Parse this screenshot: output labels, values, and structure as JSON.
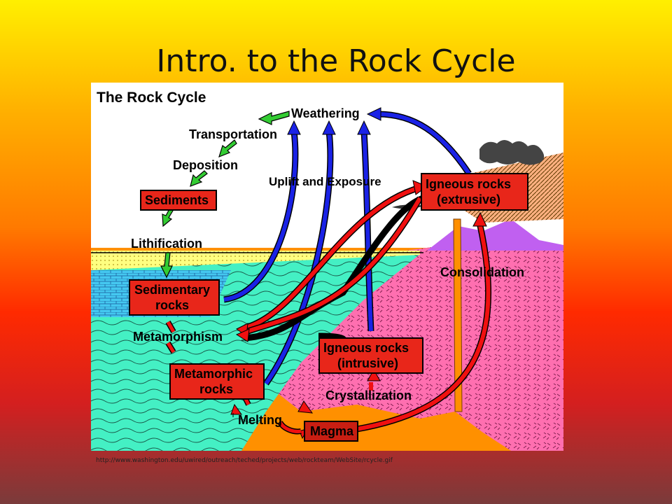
{
  "slide": {
    "title": "Intro. to the Rock Cycle",
    "source_url": "http://www.washington.edu/uwired/outreach/teched/projects/web/rockteam/WebSite/rcycle.gif"
  },
  "diagram": {
    "heading": "The Rock Cycle",
    "labels": {
      "weathering": "Weathering",
      "transportation": "Transportation",
      "deposition": "Deposition",
      "sediments": "Sediments",
      "lithification": "Lithification",
      "sedimentary_line1": "Sedimentary",
      "sedimentary_line2": "rocks",
      "metamorphism": "Metamorphism",
      "metamorphic_line1": "Metamorphic",
      "metamorphic_line2": "rocks",
      "melting": "Melting",
      "magma": "Magma",
      "crystallization": "Crystallization",
      "igneous_intrusive_line1": "Igneous rocks",
      "igneous_intrusive_line2": "(intrusive)",
      "igneous_extrusive_line1": "Igneous rocks",
      "igneous_extrusive_line2": "(extrusive)",
      "consolidation": "Consolidation",
      "uplift": "Uplift and Exposure"
    },
    "colors": {
      "box_fill": "#e8261a",
      "magma_fill": "#c81e12",
      "blue_arrow": "#1a22e6",
      "red_arrow": "#f01010",
      "green_arrow": "#33cc33",
      "sea": "#44f0c4",
      "pink_rock": "#ff6fb0",
      "orange_ground": "#ff9000",
      "sand": "#ffff80",
      "volcano": "#c060f0"
    }
  }
}
